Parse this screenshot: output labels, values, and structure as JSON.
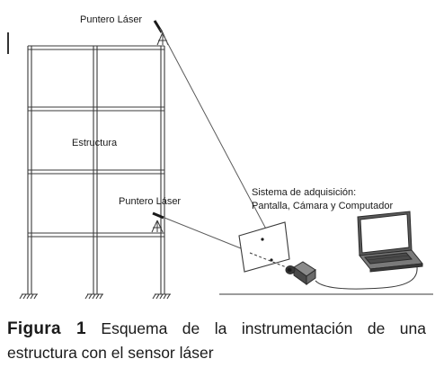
{
  "labels": {
    "laser_top": "Puntero Láser",
    "structure": "Estructura",
    "laser_mid": "Puntero Láser",
    "acquisition_line1": "Sistema de adquisición:",
    "acquisition_line2": "Pantalla, Cámara y Computador"
  },
  "caption": {
    "figure_label": "Figura 1",
    "text": "Esquema de la instrumentación de una estructura con el sensor láser"
  },
  "colors": {
    "line": "#3a3a3a",
    "text": "#1a1a1a",
    "background": "#ffffff"
  }
}
